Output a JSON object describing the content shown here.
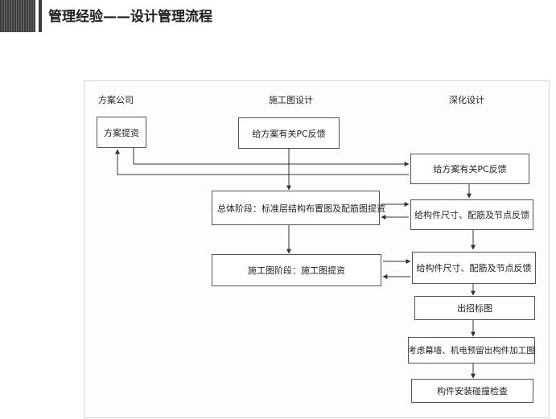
{
  "header": {
    "title": "管理经验——设计管理流程"
  },
  "columns": {
    "left": "方案公司",
    "mid": "施工图设计",
    "right": "深化设计"
  },
  "boxes": {
    "b1": "方案提资",
    "b2": "给方案有关PC反馈",
    "b3": "给方案有关PC反馈",
    "b4": "总体阶段：标准层结构布置图及配筋图提资",
    "b5": "给构件尺寸、配筋及节点反馈",
    "b6": "施工图阶段：施工图提资",
    "b7": "给构件尺寸、配筋及节点反馈",
    "b8": "出招标图",
    "b9": "考虑幕墙、机电预留出构件加工图",
    "b10": "构件安装碰撞检查"
  },
  "colors": {
    "line": "#333333",
    "border": "#555555"
  }
}
